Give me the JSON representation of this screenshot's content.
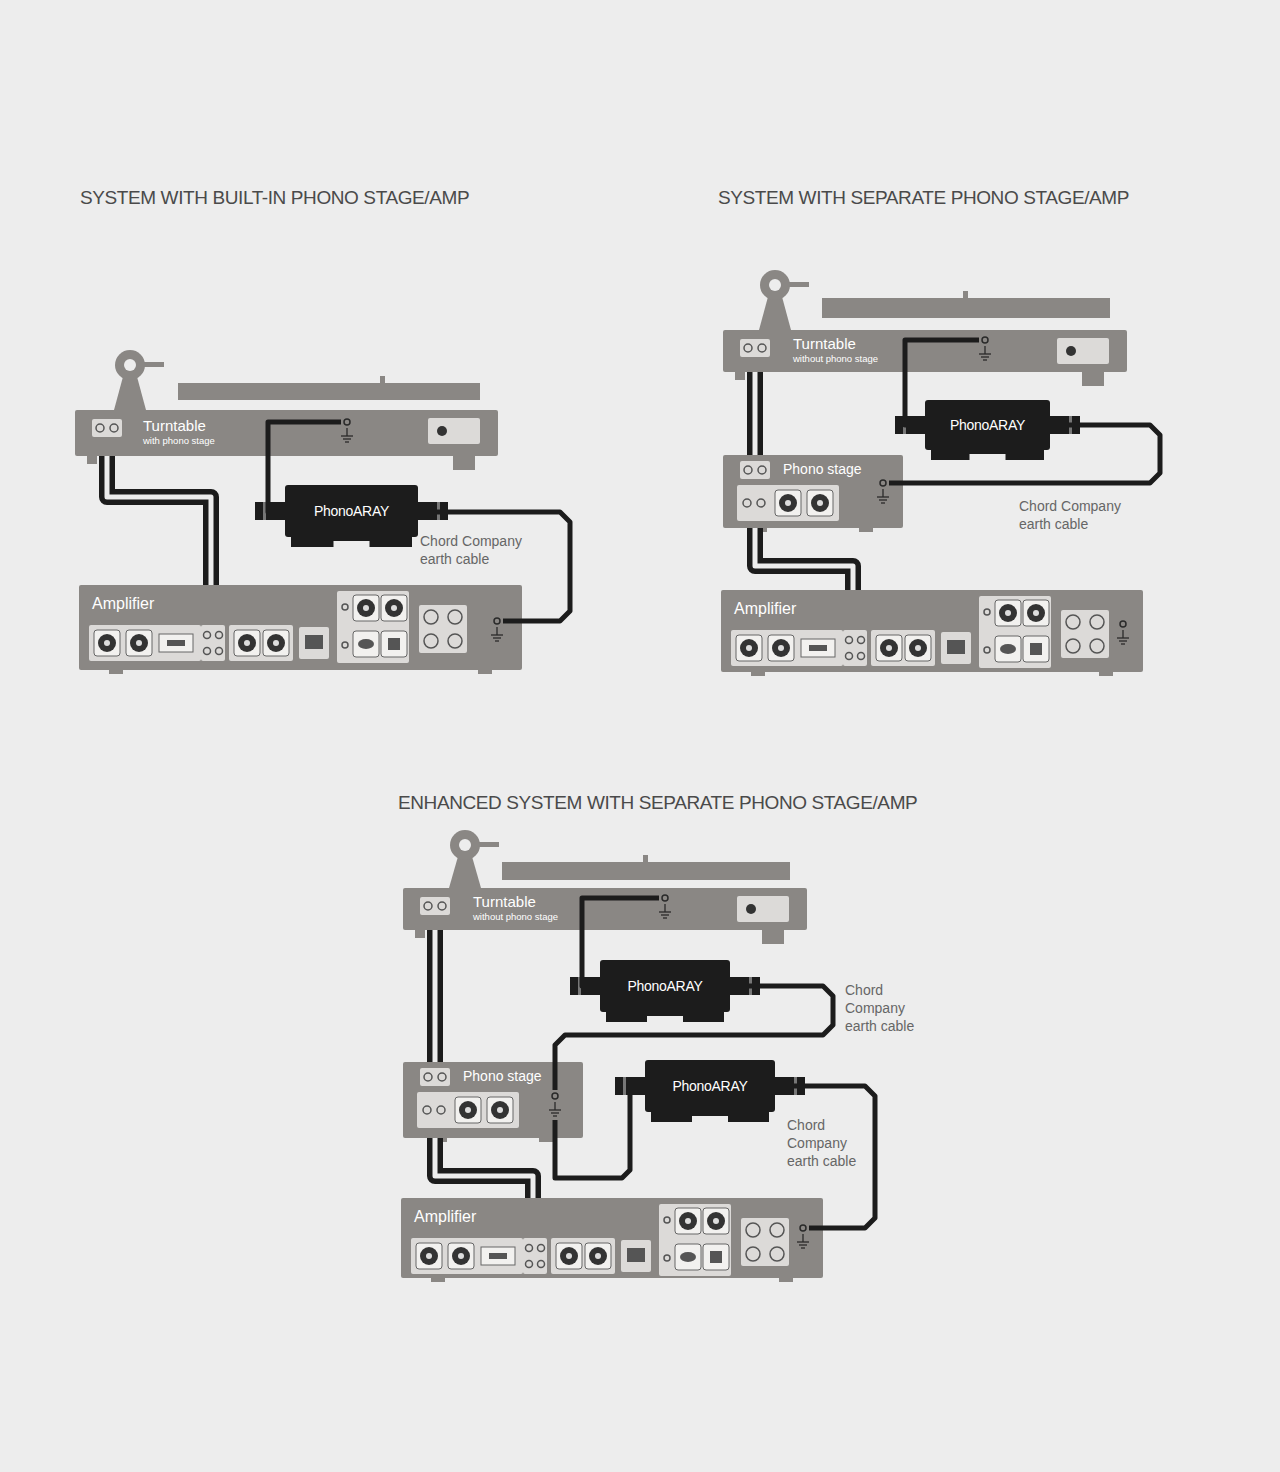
{
  "diagram": {
    "nodes": [
      {
        "text": [
          "Turntable",
          "with phono stage"
        ]
      },
      {
        "text": [
          "PhonoARAY"
        ]
      },
      {
        "text": [
          "Amplifier"
        ]
      },
      {
        "text": [
          "Turntable",
          "without phono stage"
        ]
      },
      {
        "text": [
          "PhonoARAY"
        ]
      },
      {
        "text": [
          "Phono stage"
        ]
      },
      {
        "text": [
          "Amplifier"
        ]
      },
      {
        "text": [
          "Turntable",
          "without phono stage"
        ]
      },
      {
        "text": [
          "PhonoARAY"
        ]
      },
      {
        "text": [
          "Phono stage"
        ]
      },
      {
        "text": [
          "PhonoARAY"
        ]
      },
      {
        "text": [
          "Amplifier"
        ]
      }
    ],
    "edges": [
      {
        "from": 0,
        "to": 2,
        "arrow": "none"
      },
      {
        "from": 0,
        "to": 1,
        "arrow": "none"
      },
      {
        "from": 1,
        "to": 2,
        "arrow": "none"
      },
      {
        "from": 3,
        "to": 5,
        "arrow": "none"
      },
      {
        "from": 5,
        "to": 6,
        "arrow": "none"
      },
      {
        "from": 3,
        "to": 4,
        "arrow": "none"
      },
      {
        "from": 4,
        "to": 5,
        "arrow": "none"
      },
      {
        "from": 7,
        "to": 9,
        "arrow": "none"
      },
      {
        "from": 9,
        "to": 11,
        "arrow": "none"
      },
      {
        "from": 7,
        "to": 8,
        "arrow": "none"
      },
      {
        "from": 8,
        "to": 9,
        "arrow": "none"
      },
      {
        "from": 9,
        "to": 10,
        "arrow": "none"
      },
      {
        "from": 10,
        "to": 11,
        "arrow": "none"
      }
    ],
    "labels": [
      "SYSTEM WITH BUILT-IN PHONO STAGE/AMP",
      "SYSTEM WITH SEPARATE PHONO STAGE/AMP",
      "ENHANCED SYSTEM WITH SEPARATE PHONO STAGE/AMP",
      "Chord Company earth cable",
      "Chord Company earth cable",
      "Chord Company earth cable",
      "Chord Company earth cable"
    ]
  }
}
